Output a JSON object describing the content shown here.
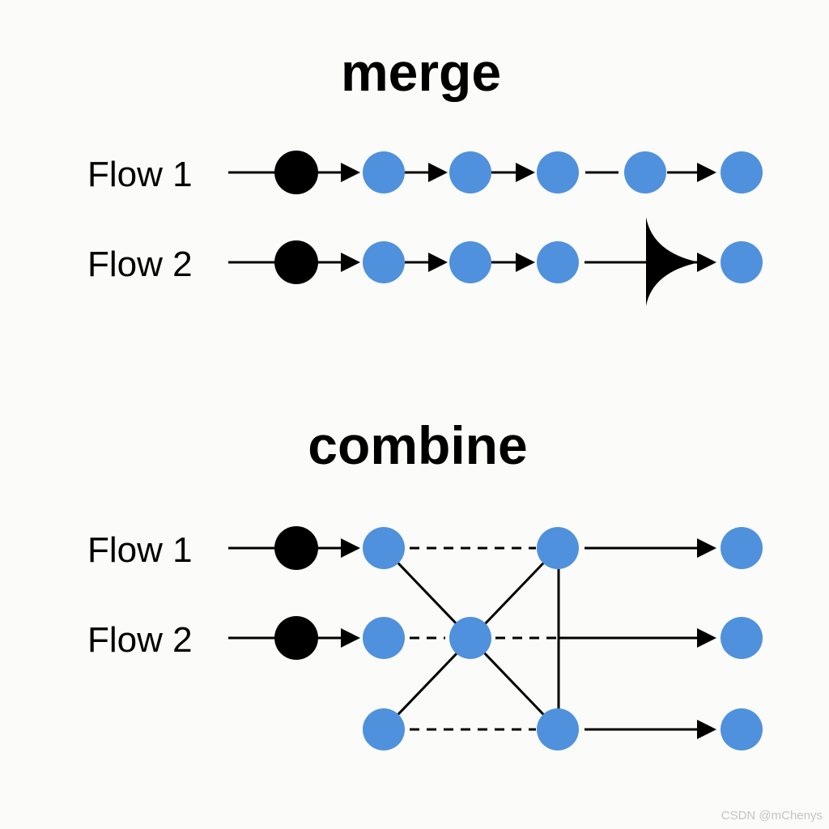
{
  "merge": {
    "title": "merge",
    "flow1_label": "Flow 1",
    "flow2_label": "Flow 2"
  },
  "combine": {
    "title": "combine",
    "flow1_label": "Flow 1",
    "flow2_label": "Flow 2"
  },
  "watermark": "CSDN @mChenys",
  "colors": {
    "source_node": "#000000",
    "event_node": "#4f91dd",
    "edge": "#000000",
    "background": "#fbfbf9"
  }
}
